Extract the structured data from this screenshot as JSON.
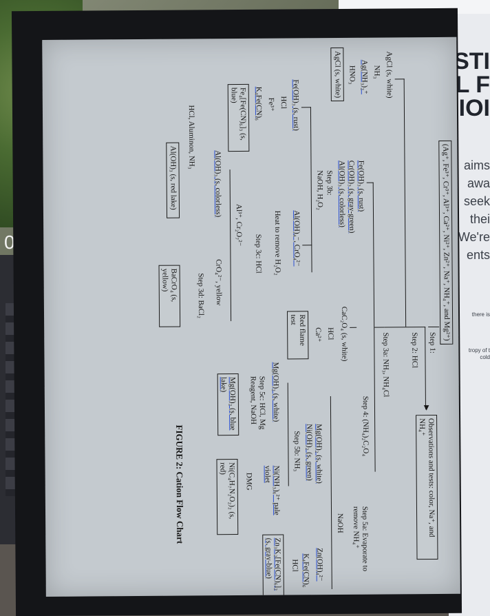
{
  "background": {
    "right_heading_lines": [
      "STI",
      "L F",
      "IOI"
    ],
    "right_text_lines": [
      "aims",
      "awa",
      "seek",
      "thei",
      "We're",
      "ents"
    ],
    "left_digit": "0",
    "small_notes": [
      "there is",
      "tropy of t",
      "cold"
    ]
  },
  "flowchart": {
    "start_box": "(Ag⁺, Fe³⁺, Cr³⁺, Al³⁺, Ca²⁺, Ni²⁺, Zn²⁺, Na⁺, NH₄⁺, and Mg²⁺)",
    "step1": "Step 1:",
    "observations_box": "Observations and tests: color, Na⁺, and NH₄⁺",
    "step2": "Step 2: HCl",
    "agcl_white": "AgCl (s, white)",
    "nh3": "NH₃",
    "ag_complex": "Ag(NH₃)₂⁺",
    "hno3": "HNO₃",
    "agcl_box": "AgCl (s, white)",
    "step3a": "Step 3a: NH₃, NH₄Cl",
    "feoh3_rust": "Fe(OH)₃ (s, rust)",
    "croh3": "Cr(OH)₃ (s, gray-green)",
    "aloh3_colorless": "Al(OH)₃ (s, colorless)",
    "step3b": "Step 3b:",
    "naoh_h2o2": "NaOH, H₂O₂",
    "feoh3_rust_2": "Fe(OH)₃ (s, rust)",
    "hcl_1": "HCl",
    "fe3": "Fe³⁺",
    "k4fe": "K₄Fe(CN)₆",
    "prussian_box": "Fe₄[Fe(CN)₆]₃ (s, blue)",
    "al_cro4": "Al(OH)₄⁻, CrO₄²⁻",
    "heat": "Heat to remove H₂O₂",
    "step3c": "Step 3c: HCl",
    "al_cr2o7": "Al³⁺, Cr₂O₇²⁻",
    "aloh3_colorless_2": "Al(OH)₃ (s, colorless)",
    "cro4_yellow": "CrO₄²⁻, yellow",
    "step3d": "Step 3d: BaCl₂",
    "hcl_aluminon": "HCl, Aluminon, NH₃",
    "red_lake_box": "Al(OH)₃ (s, red lake)",
    "bacro4_box": "BaCrO₄ (s, yellow)",
    "step4": "Step 4: (NH₄)₂C₂O₄",
    "cac2o4": "CaC₂O₄ (s, white)",
    "hcl_2": "HCl",
    "ca2": "Ca²⁺",
    "red_flame_box": "Red flame test",
    "step5a": "Step 5a: Evaporate to remove NH₄⁺",
    "naoh": "NaOH",
    "mgoh2_white": "Mg(OH)₂ (s, white)",
    "nioh2_green": "Ni(OH)₂ (s, green)",
    "step5b": "Step 5b: NH₃",
    "mgoh2_white_2": "Mg(OH)₂ (s, white)",
    "step5c": "Step 5c: HCl, Mg Reagent, NaOH",
    "blue_lake_box": "Mg(OH)₂ (s, blue lake)",
    "ni_nh3": "Ni(NH₃)₆²⁺ pale violet",
    "dmg": "DMG",
    "ni_dmg_box": "Ni(C₄H₇N₂O₂)₂ (s, red)",
    "zn_oh4": "Zn(OH)₄²⁻",
    "k4fe_2": "K₄Fe(CN)₆",
    "hcl_3": "HCl",
    "zn_box": "Zn₃K₂[Fe(CN)₆]₂ (s, gray-blue)",
    "caption": "FIGURE 2: Cation Flow Chart"
  },
  "colors": {
    "paper": "#c4cacf",
    "ink": "#161616",
    "highlight": "#2a4fd0"
  }
}
